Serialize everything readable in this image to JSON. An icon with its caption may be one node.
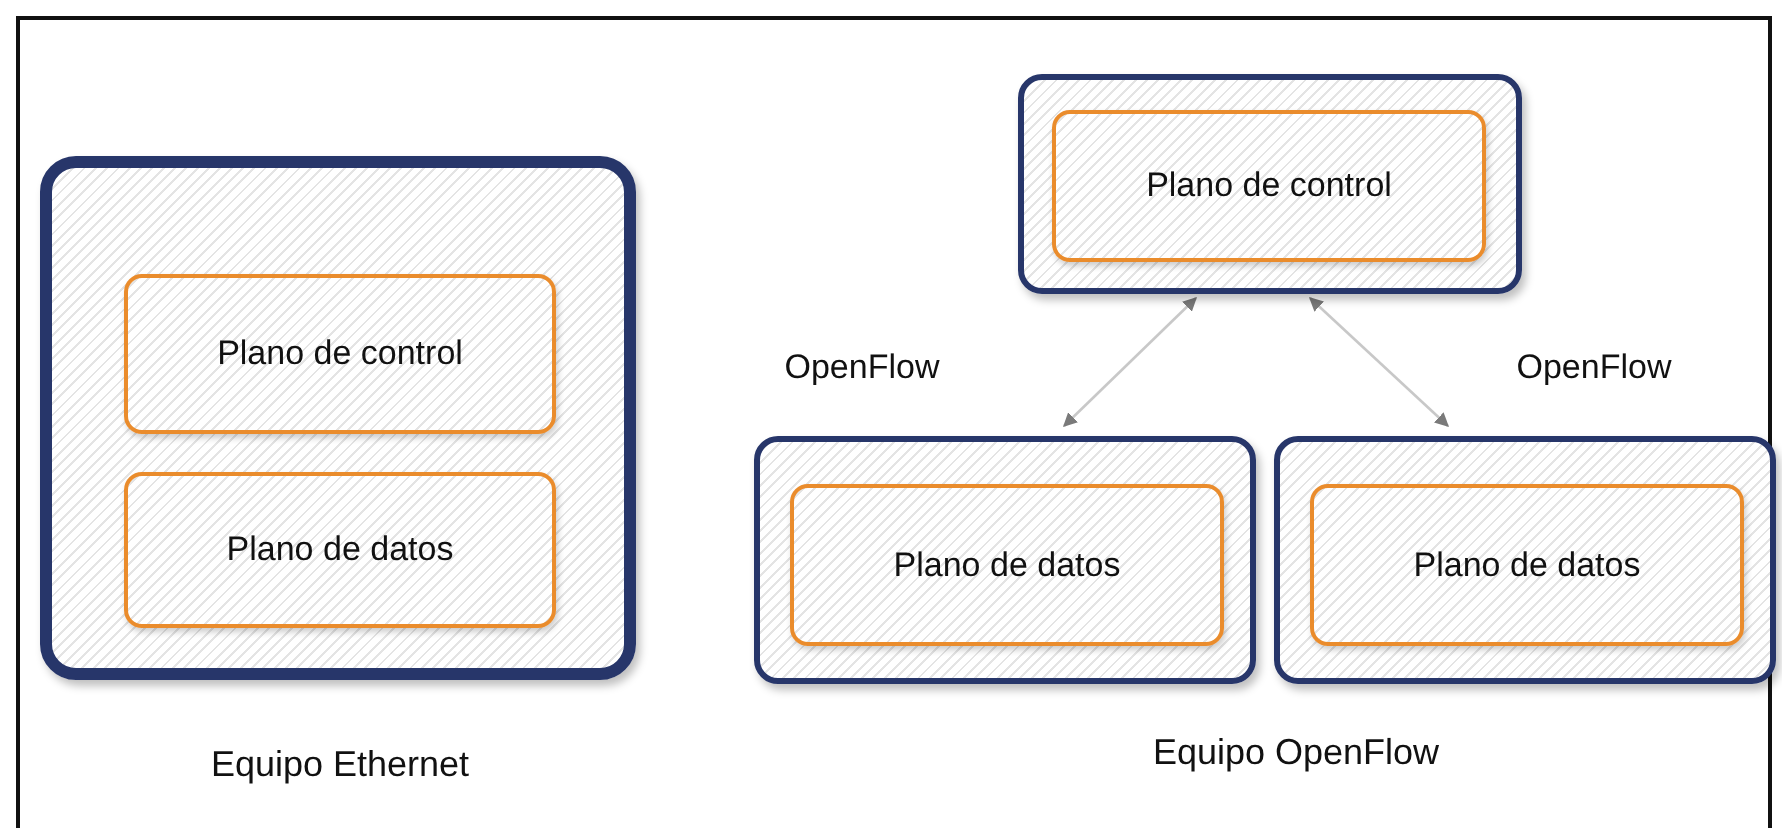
{
  "diagram": {
    "nodes": [
      {
        "text": [],
        "shape": "box"
      },
      {
        "text": [
          "Plano de control"
        ],
        "in": 0
      },
      {
        "text": [
          "Plano de datos"
        ],
        "in": 0
      },
      {
        "text": [],
        "shape": "box"
      },
      {
        "text": [
          "Plano de control"
        ],
        "in": 3
      },
      {
        "text": [],
        "shape": "box"
      },
      {
        "text": [
          "Plano de datos"
        ],
        "in": 5
      },
      {
        "text": [],
        "shape": "box"
      },
      {
        "text": [
          "Plano de datos"
        ],
        "in": 7
      }
    ],
    "edges": [
      {
        "from": 3,
        "to": 5,
        "arrow": "both",
        "label": "OpenFlow"
      },
      {
        "from": 3,
        "to": 7,
        "arrow": "both",
        "label": "OpenFlow"
      }
    ],
    "labels": [
      "Equipo Ethernet",
      "Equipo OpenFlow"
    ]
  }
}
